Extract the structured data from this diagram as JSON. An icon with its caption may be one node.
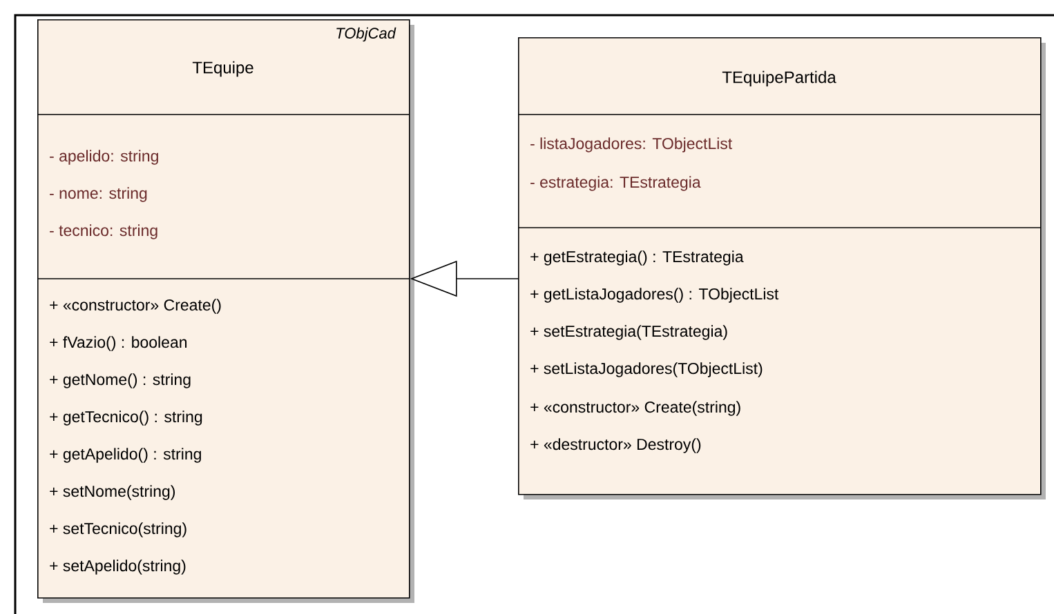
{
  "diagram": {
    "nodes": [
      {
        "text": [
          "TObjCad",
          "TEquipe",
          "- apelido: string",
          "- nome: string",
          "- tecnico: string",
          "+ «constructor» Create()",
          "+ fVazio() : boolean",
          "+ getNome() : string",
          "+ getTecnico() : string",
          "+ getApelido() : string",
          "+ setNome(string)",
          "+ setTecnico(string)",
          "+ setApelido(string)"
        ]
      },
      {
        "text": [
          "TEquipePartida",
          "- listaJogadores: TObjectList",
          "- estrategia: TEstrategia",
          "+ getEstrategia() : TEstrategia",
          "+ getListaJogadores() : TObjectList",
          "+ setEstrategia(TEstrategia)",
          "+ setListaJogadores(TObjectList)",
          "+ «constructor» Create(string)",
          "+ «destructor» Destroy()"
        ]
      }
    ],
    "edges": [
      {
        "from": 1,
        "to": 0,
        "arrow": "to"
      }
    ]
  }
}
